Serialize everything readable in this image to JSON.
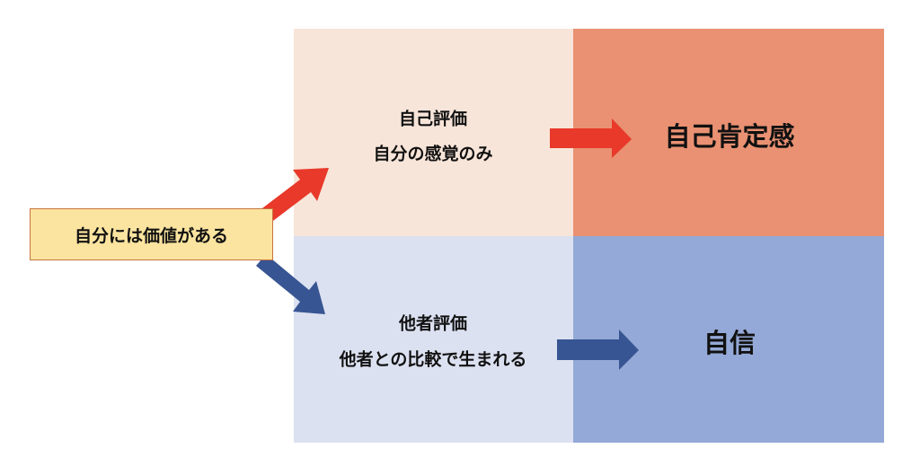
{
  "source": {
    "label": "自分には価値がある"
  },
  "top_left": {
    "title": "自己評価",
    "subtitle": "自分の感覚のみ"
  },
  "top_right": {
    "label": "自己肯定感"
  },
  "bottom_left": {
    "title": "他者評価",
    "subtitle": "他者との比較で生まれる"
  },
  "bottom_right": {
    "label": "自信"
  },
  "colors": {
    "red_arrow": "#e8392a",
    "blue_arrow": "#385593"
  }
}
